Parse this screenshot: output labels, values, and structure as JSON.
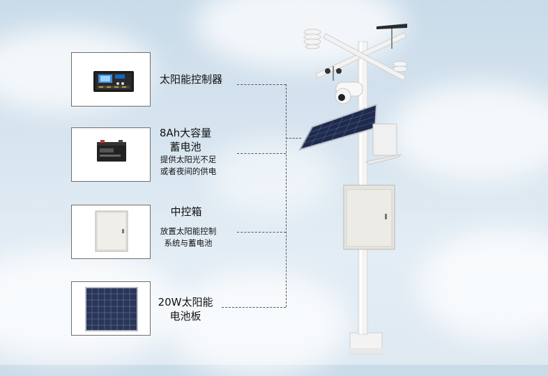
{
  "components": [
    {
      "id": "controller",
      "title": "太阳能控制器",
      "lines": []
    },
    {
      "id": "battery",
      "title": "8Ah大容量\n蓄电池",
      "lines": [
        "提供太阳光不足",
        "或者夜间的供电"
      ]
    },
    {
      "id": "box",
      "title": "中控箱",
      "lines": [
        "放置太阳能控制",
        "系统与蓄电池"
      ]
    },
    {
      "id": "panel",
      "title": "20W太阳能\n电池板",
      "lines": []
    }
  ],
  "controller_display": "",
  "colors": {
    "bg": "#d3e2ee",
    "frame": "#6d6d6d",
    "line": "#555555",
    "pole": "#f2f2f2",
    "panel": "#1e2a4a",
    "box": "#e4e4e0"
  }
}
